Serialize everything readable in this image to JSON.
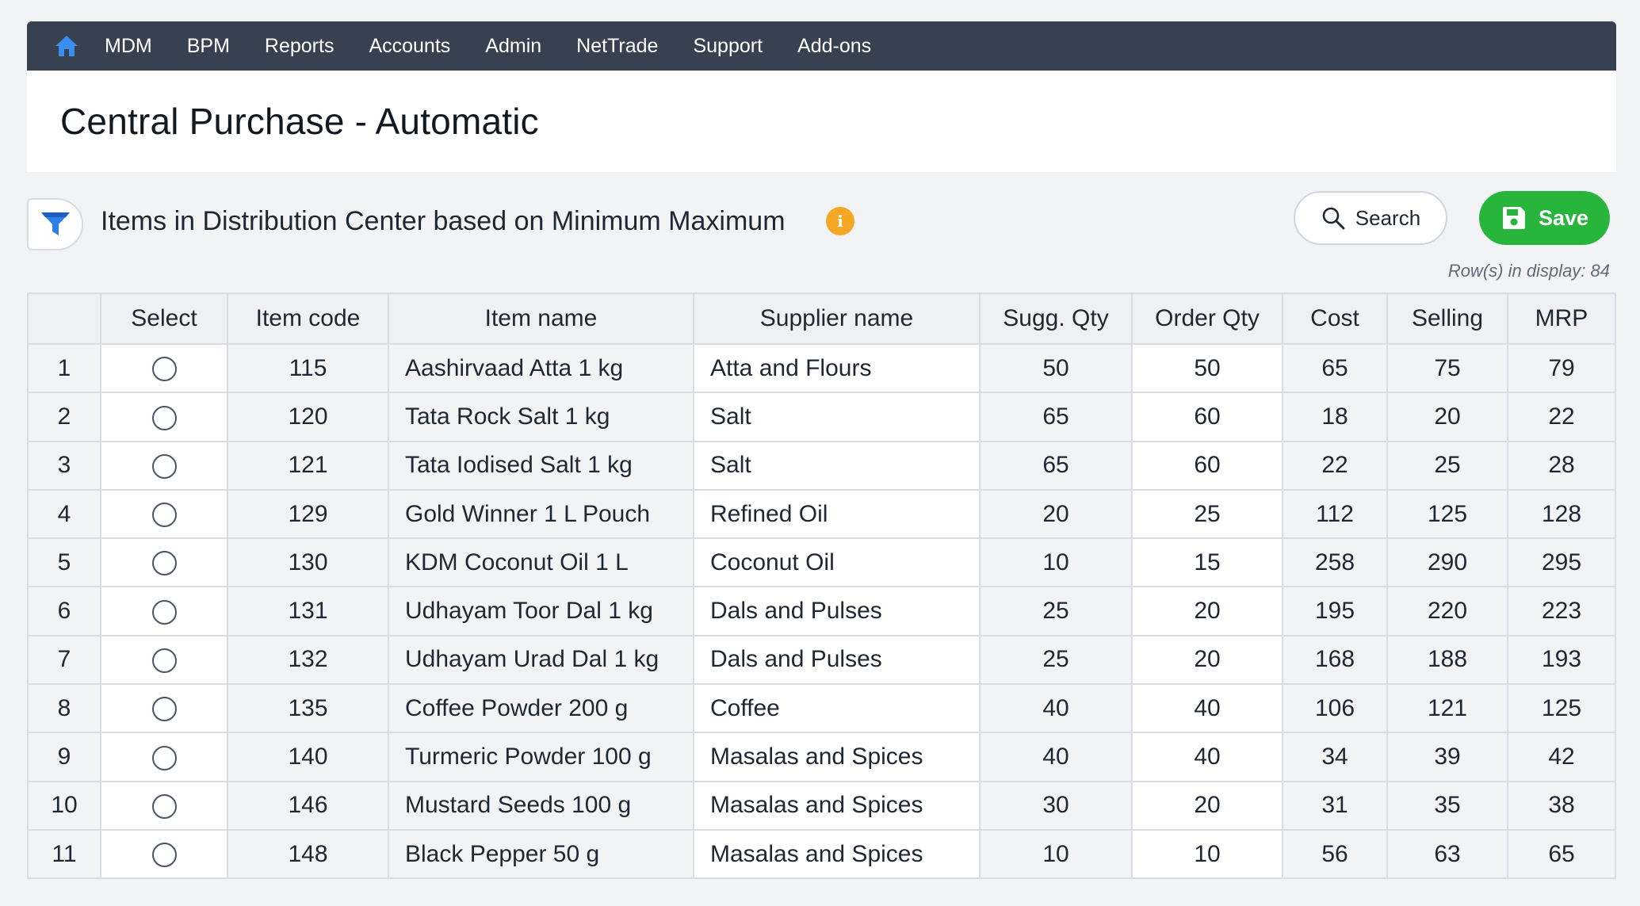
{
  "nav": {
    "home_icon": "home-icon",
    "items": [
      "MDM",
      "BPM",
      "Reports",
      "Accounts",
      "Admin",
      "NetTrade",
      "Support",
      "Add-ons"
    ]
  },
  "page": {
    "title": "Central Purchase - Automatic"
  },
  "toolbar": {
    "filter_icon": "funnel-icon",
    "section_title": "Items in Distribution Center based on Minimum Maximum",
    "info_icon_glyph": "i",
    "search_label": "Search",
    "save_label": "Save",
    "rows_info": "Row(s) in display: 84"
  },
  "colors": {
    "nav_bg": "#37414f",
    "save_bg": "#27b53c",
    "info": "#f5a623",
    "home_icon": "#3b8df0",
    "filter_icon": "#2f7fe8"
  },
  "table": {
    "headers": [
      "",
      "Select",
      "Item code",
      "Item name",
      "Supplier name",
      "Sugg. Qty",
      "Order Qty",
      "Cost",
      "Selling",
      "MRP"
    ],
    "rows": [
      {
        "n": "1",
        "code": "115",
        "name": "Aashirvaad Atta 1 kg",
        "supplier": "Atta and Flours",
        "sugg": "50",
        "order": "50",
        "cost": "65",
        "selling": "75",
        "mrp": "79"
      },
      {
        "n": "2",
        "code": "120",
        "name": "Tata Rock Salt 1 kg",
        "supplier": "Salt",
        "sugg": "65",
        "order": "60",
        "cost": "18",
        "selling": "20",
        "mrp": "22"
      },
      {
        "n": "3",
        "code": "121",
        "name": "Tata Iodised Salt 1 kg",
        "supplier": "Salt",
        "sugg": "65",
        "order": "60",
        "cost": "22",
        "selling": "25",
        "mrp": "28"
      },
      {
        "n": "4",
        "code": "129",
        "name": "Gold Winner 1 L Pouch",
        "supplier": "Refined Oil",
        "sugg": "20",
        "order": "25",
        "cost": "112",
        "selling": "125",
        "mrp": "128"
      },
      {
        "n": "5",
        "code": "130",
        "name": "KDM Coconut Oil 1 L",
        "supplier": "Coconut Oil",
        "sugg": "10",
        "order": "15",
        "cost": "258",
        "selling": "290",
        "mrp": "295"
      },
      {
        "n": "6",
        "code": "131",
        "name": "Udhayam Toor Dal 1 kg",
        "supplier": "Dals and Pulses",
        "sugg": "25",
        "order": "20",
        "cost": "195",
        "selling": "220",
        "mrp": "223"
      },
      {
        "n": "7",
        "code": "132",
        "name": "Udhayam Urad Dal 1 kg",
        "supplier": "Dals and Pulses",
        "sugg": "25",
        "order": "20",
        "cost": "168",
        "selling": "188",
        "mrp": "193"
      },
      {
        "n": "8",
        "code": "135",
        "name": "Coffee Powder 200 g",
        "supplier": "Coffee",
        "sugg": "40",
        "order": "40",
        "cost": "106",
        "selling": "121",
        "mrp": "125"
      },
      {
        "n": "9",
        "code": "140",
        "name": "Turmeric Powder 100 g",
        "supplier": "Masalas and Spices",
        "sugg": "40",
        "order": "40",
        "cost": "34",
        "selling": "39",
        "mrp": "42"
      },
      {
        "n": "10",
        "code": "146",
        "name": "Mustard Seeds 100 g",
        "supplier": "Masalas and Spices",
        "sugg": "30",
        "order": "20",
        "cost": "31",
        "selling": "35",
        "mrp": "38"
      },
      {
        "n": "11",
        "code": "148",
        "name": "Black Pepper 50 g",
        "supplier": "Masalas and Spices",
        "sugg": "10",
        "order": "10",
        "cost": "56",
        "selling": "63",
        "mrp": "65"
      }
    ]
  }
}
